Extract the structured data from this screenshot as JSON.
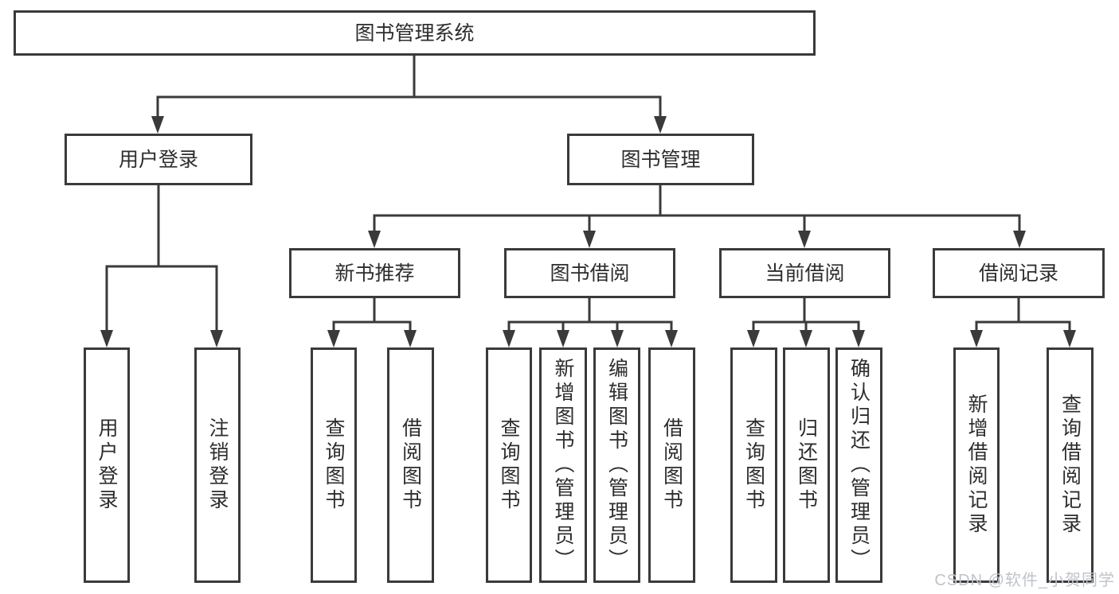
{
  "diagram": {
    "root": "图书管理系统",
    "user_login": {
      "label": "用户登录",
      "children": [
        "用户登录",
        "注销登录"
      ]
    },
    "book_mgmt": {
      "label": "图书管理",
      "children": {
        "new_book": {
          "label": "新书推荐",
          "children": [
            "查询图书",
            "借阅图书"
          ]
        },
        "book_borrow": {
          "label": "图书借阅",
          "children": [
            "查询图书",
            "新增图书（管理员）",
            "编辑图书（管理员）",
            "借阅图书"
          ]
        },
        "current_borrow": {
          "label": "当前借阅",
          "children": [
            "查询图书",
            "归还图书",
            "确认归还（管理员）"
          ]
        },
        "borrow_record": {
          "label": "借阅记录",
          "children": [
            "新增借阅记录",
            "查询借阅记录"
          ]
        }
      }
    }
  },
  "watermark": "CSDN @软件_小贺同学",
  "colors": {
    "line": "#3a3a3a",
    "text": "#2d2d2d",
    "watermark": "#bfc3ca",
    "background": "#ffffff"
  }
}
